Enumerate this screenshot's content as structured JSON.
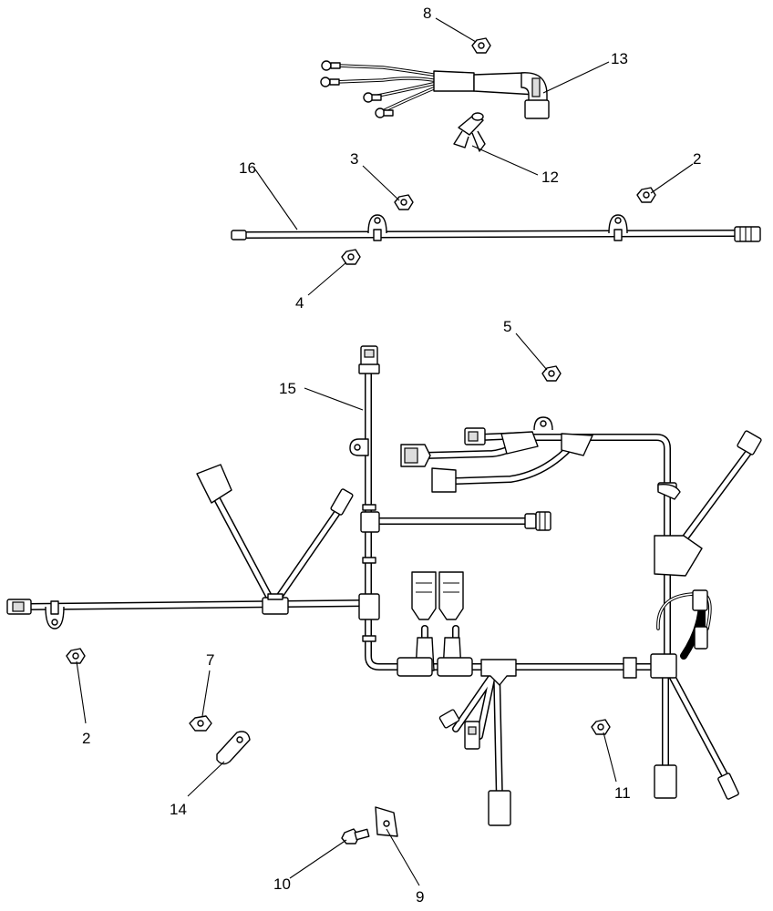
{
  "callouts": [
    {
      "id": "c8",
      "text": "8"
    },
    {
      "id": "c13",
      "text": "13"
    },
    {
      "id": "c12",
      "text": "12"
    },
    {
      "id": "c16",
      "text": "16"
    },
    {
      "id": "c3",
      "text": "3"
    },
    {
      "id": "c2a",
      "text": "2"
    },
    {
      "id": "c4",
      "text": "4"
    },
    {
      "id": "c5",
      "text": "5"
    },
    {
      "id": "c15",
      "text": "15"
    },
    {
      "id": "c7",
      "text": "7"
    },
    {
      "id": "c2b",
      "text": "2"
    },
    {
      "id": "c14",
      "text": "14"
    },
    {
      "id": "c11",
      "text": "11"
    },
    {
      "id": "c10",
      "text": "10"
    },
    {
      "id": "c9",
      "text": "9"
    }
  ],
  "colors": {
    "line": "#000000",
    "fill": "#ffffff",
    "shade": "#dddddd"
  }
}
